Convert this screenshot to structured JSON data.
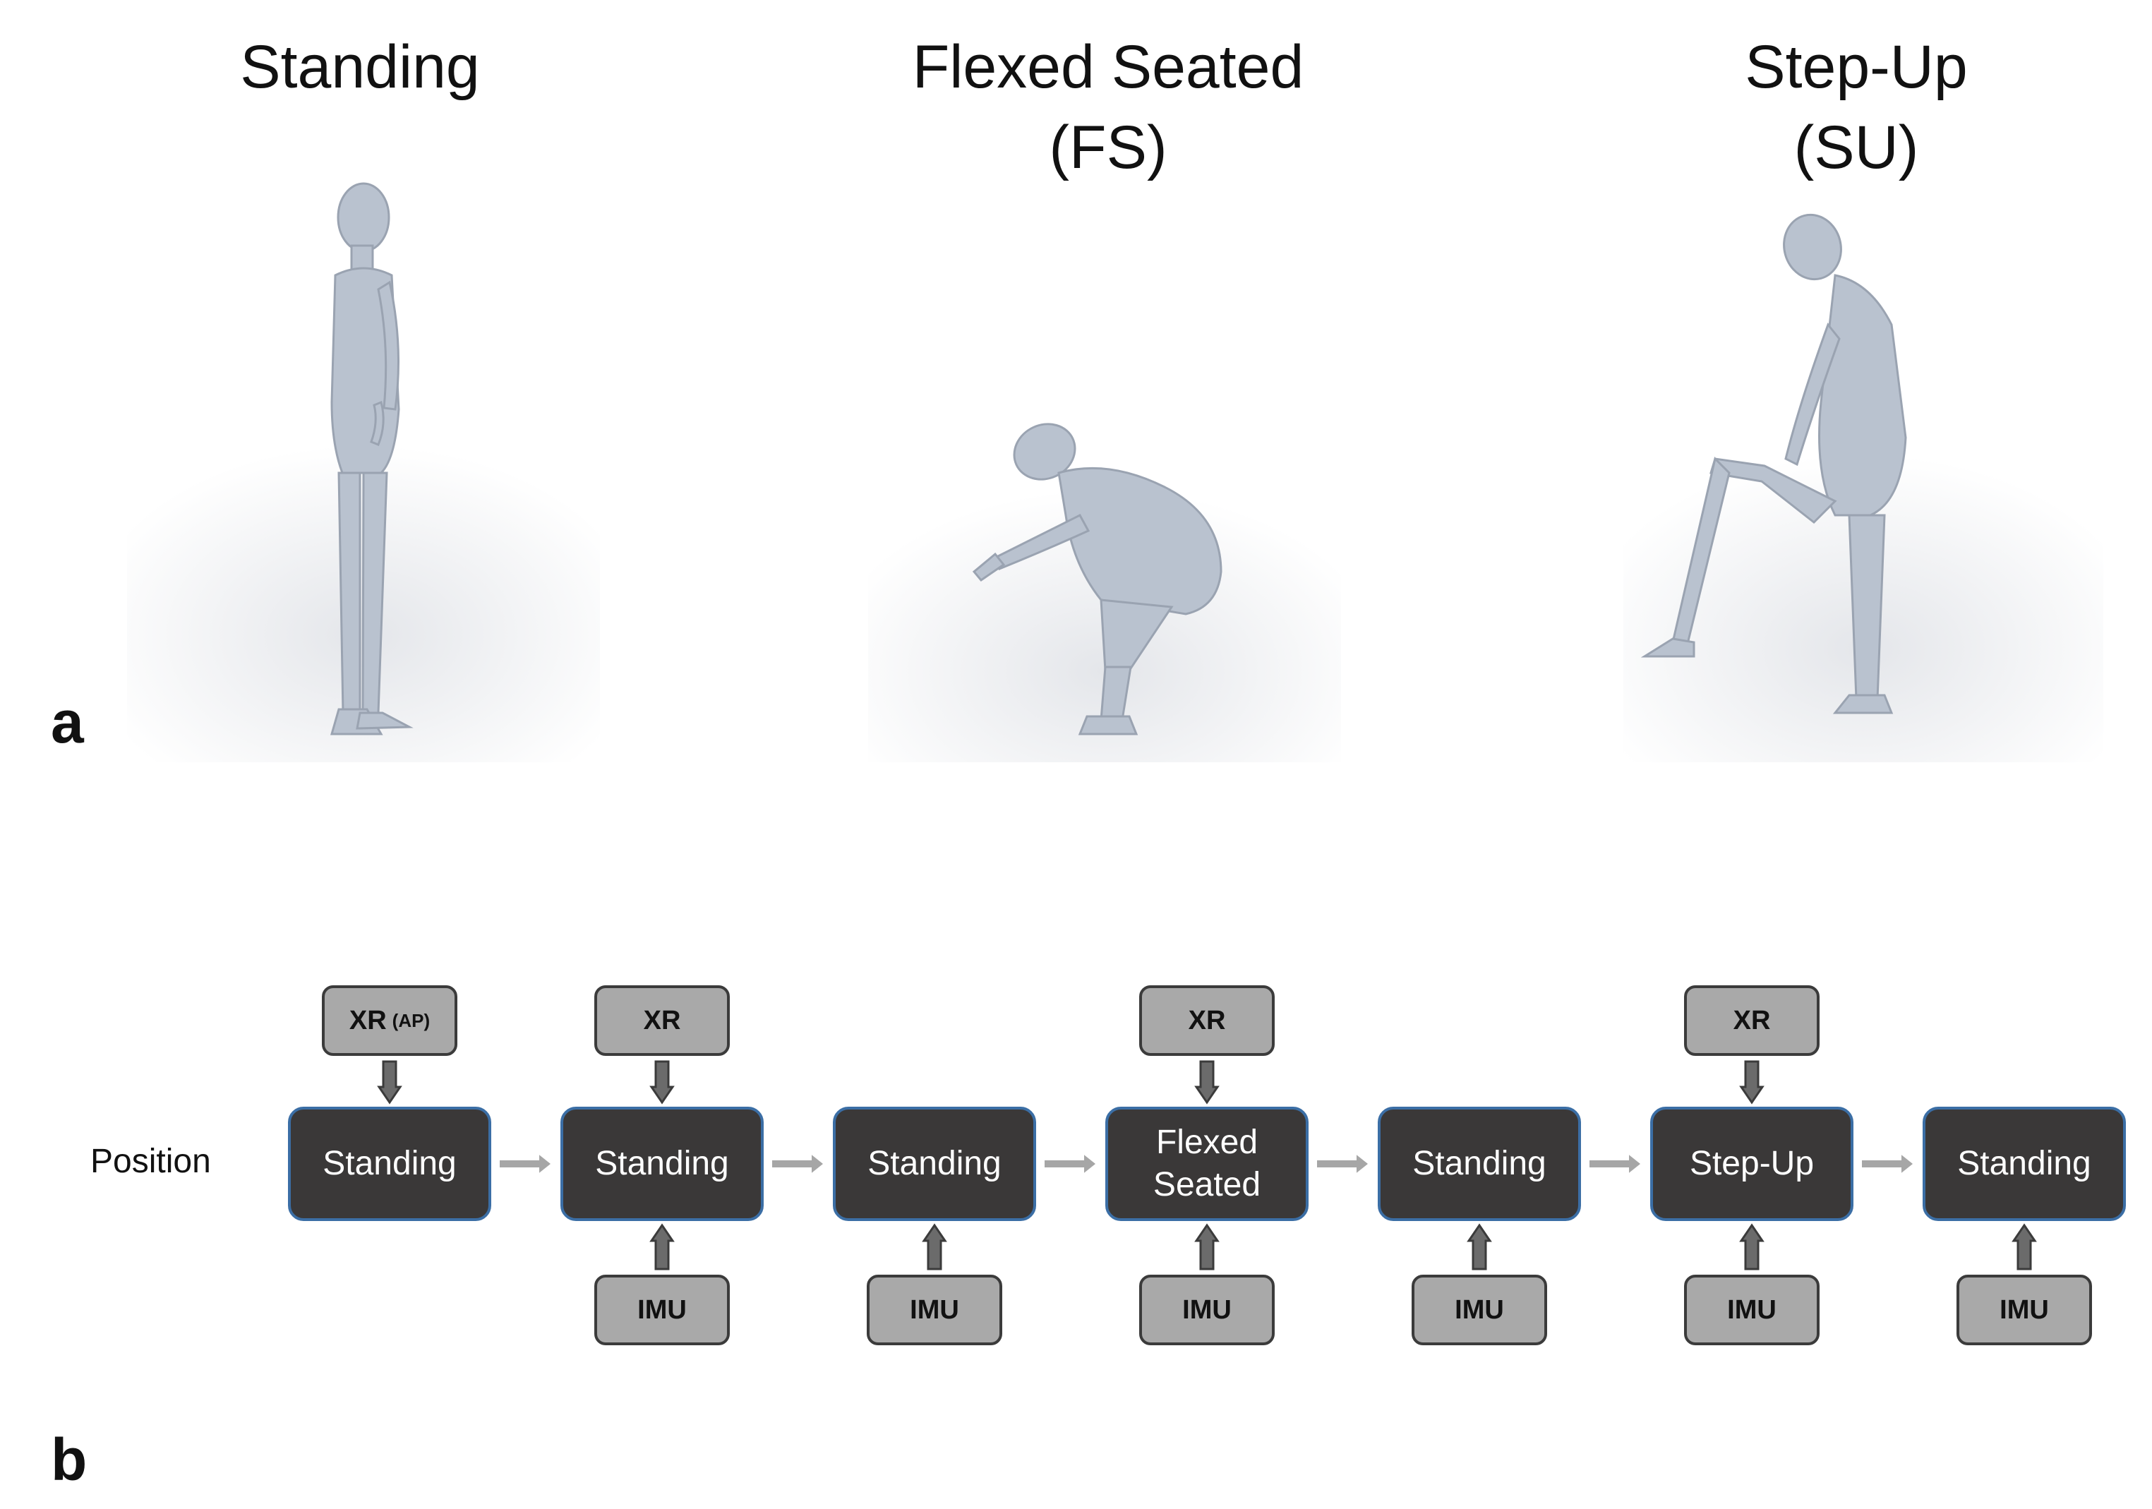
{
  "panel_a": {
    "letter": "a",
    "poses": [
      {
        "title": "Standing",
        "subtitle": ""
      },
      {
        "title": "Flexed Seated",
        "subtitle": "(FS)"
      },
      {
        "title": "Step-Up",
        "subtitle": "(SU)"
      }
    ]
  },
  "panel_b": {
    "letter": "b",
    "row_label": "Position",
    "steps": [
      {
        "label_lines": [
          "Standing"
        ],
        "xr": "XR",
        "xr_sub": "(AP)",
        "imu": ""
      },
      {
        "label_lines": [
          "Standing"
        ],
        "xr": "XR",
        "xr_sub": "",
        "imu": "IMU"
      },
      {
        "label_lines": [
          "Standing"
        ],
        "xr": "",
        "xr_sub": "",
        "imu": "IMU"
      },
      {
        "label_lines": [
          "Flexed",
          "Seated"
        ],
        "xr": "XR",
        "xr_sub": "",
        "imu": "IMU"
      },
      {
        "label_lines": [
          "Standing"
        ],
        "xr": "",
        "xr_sub": "",
        "imu": "IMU"
      },
      {
        "label_lines": [
          "Step-Up"
        ],
        "xr": "XR",
        "xr_sub": "",
        "imu": "IMU"
      },
      {
        "label_lines": [
          "Standing"
        ],
        "xr": "",
        "xr_sub": "",
        "imu": "IMU"
      }
    ]
  },
  "colors": {
    "position_box": "#3a3838",
    "position_border": "#3b6ea5",
    "sensor_box": "#a9a9a9",
    "figure_skin": "#b9c2cf",
    "flow_arrow": "#a6a6a6",
    "sensor_arrow": "#6b6b6b"
  }
}
